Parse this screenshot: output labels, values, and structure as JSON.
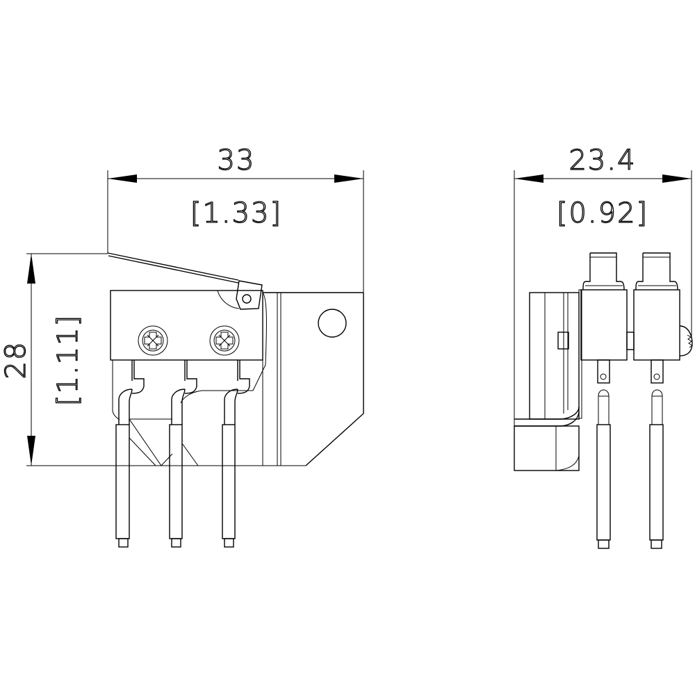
{
  "drawing": {
    "front_view": {
      "width_mm": "33",
      "width_in": "[1.33]",
      "height_mm": "28",
      "height_in": "[1.11]"
    },
    "side_view": {
      "width_mm": "23.4",
      "width_in": "[0.92]"
    },
    "line_color": "#000000",
    "background": "#ffffff"
  }
}
